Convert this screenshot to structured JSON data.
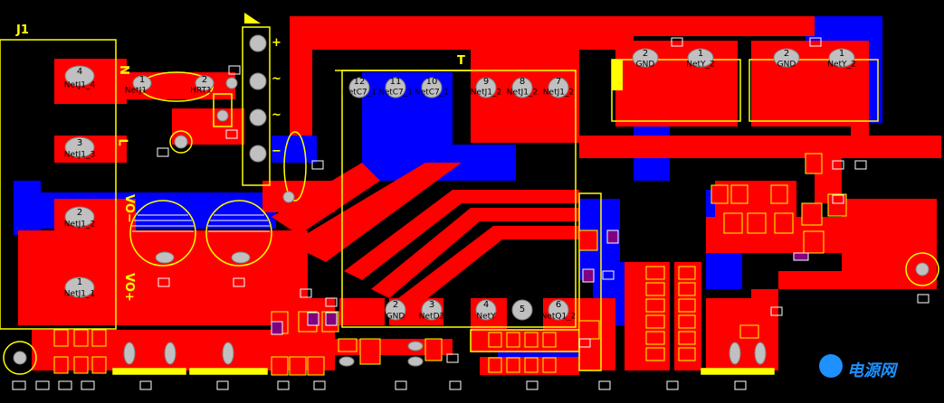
{
  "board": {
    "designator": "J1",
    "watermark": "电源网",
    "colors": {
      "background": "#000000",
      "top_copper": "#ff0000",
      "bottom_copper": "#0000ff",
      "silkscreen": "#ffff00",
      "pad": "#c0c0c0"
    }
  },
  "silk": {
    "n": "N",
    "l": "L",
    "vo_minus": "VO−",
    "vo_plus": "VO+",
    "plus": "+",
    "minus": "−",
    "tilde": "~",
    "t": "T"
  },
  "j1_pins": [
    {
      "num": "4",
      "net": "NetJ1_4"
    },
    {
      "num": "3",
      "net": "NetJ1_3"
    },
    {
      "num": "2",
      "net": "NetJ1_2"
    },
    {
      "num": "1",
      "net": "NetJ1_1"
    }
  ],
  "fuse": [
    {
      "num": "1",
      "net": "NetJ1"
    },
    {
      "num": "2",
      "net": "HRT1"
    }
  ],
  "transformer_top": [
    {
      "num": "12",
      "net": "NetC7_1"
    },
    {
      "num": "11",
      "net": "NetC7_1"
    },
    {
      "num": "10",
      "net": "NetC7_1"
    },
    {
      "num": "9",
      "net": "NetJ1_2"
    },
    {
      "num": "8",
      "net": "NetJ1_2"
    },
    {
      "num": "7",
      "net": "NetJ1_2"
    }
  ],
  "transformer_bottom": [
    {
      "num": "2",
      "net": "GND"
    },
    {
      "num": "3",
      "net": "NetD3"
    },
    {
      "num": "4",
      "net": "NetY"
    },
    {
      "num": "5",
      "net": ""
    },
    {
      "num": "6",
      "net": "NetQ1_2"
    }
  ],
  "cap_y1": [
    {
      "num": "2",
      "net": "GND"
    },
    {
      "num": "1",
      "net": "NetY_2"
    }
  ],
  "cap_y2": [
    {
      "num": "2",
      "net": "GND"
    },
    {
      "num": "1",
      "net": "NetY_2"
    }
  ]
}
